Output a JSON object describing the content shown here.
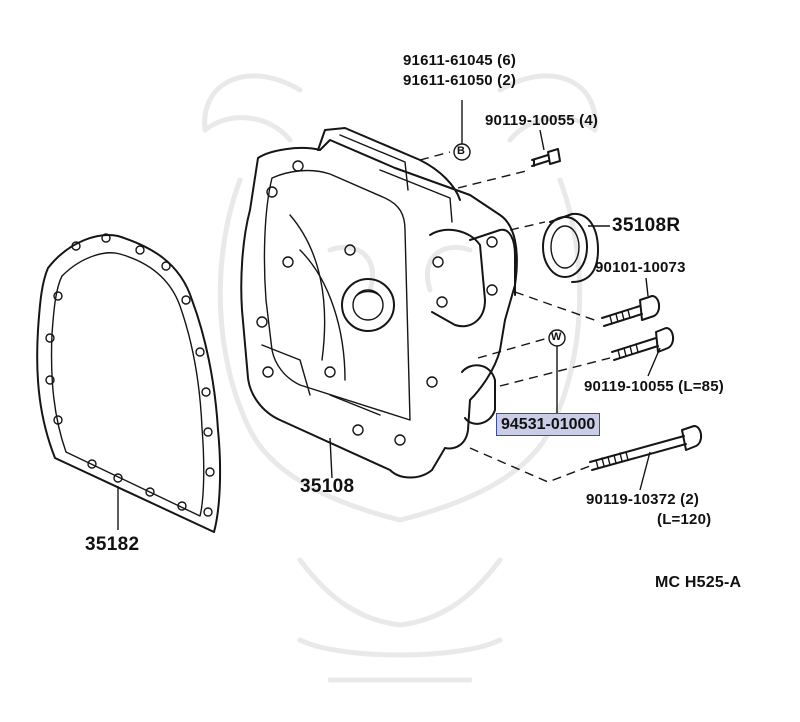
{
  "diagram": {
    "callouts": {
      "plug_a": "91611-61045 (6)",
      "plug_b": "91611-61050 (2)",
      "bolt_top": "90119-10055 (4)",
      "oil_seal": "35108R",
      "bolt_mid": "90101-10073",
      "bolt_lower": "90119-10055 (L=85)",
      "highlighted_part": "94531-01000",
      "housing": "35108",
      "long_bolt": "90119-10372 (2)",
      "long_bolt_length": "(L=120)",
      "gasket": "35182"
    },
    "markers": {
      "plug_marker": "B",
      "washer_marker": "W"
    },
    "diagram_code": "MC H525-A"
  },
  "colors": {
    "highlight_fill": "#c9cde8",
    "highlight_border": "#3a4ab0",
    "line": "#151515",
    "watermark": "#e9e9e9"
  }
}
